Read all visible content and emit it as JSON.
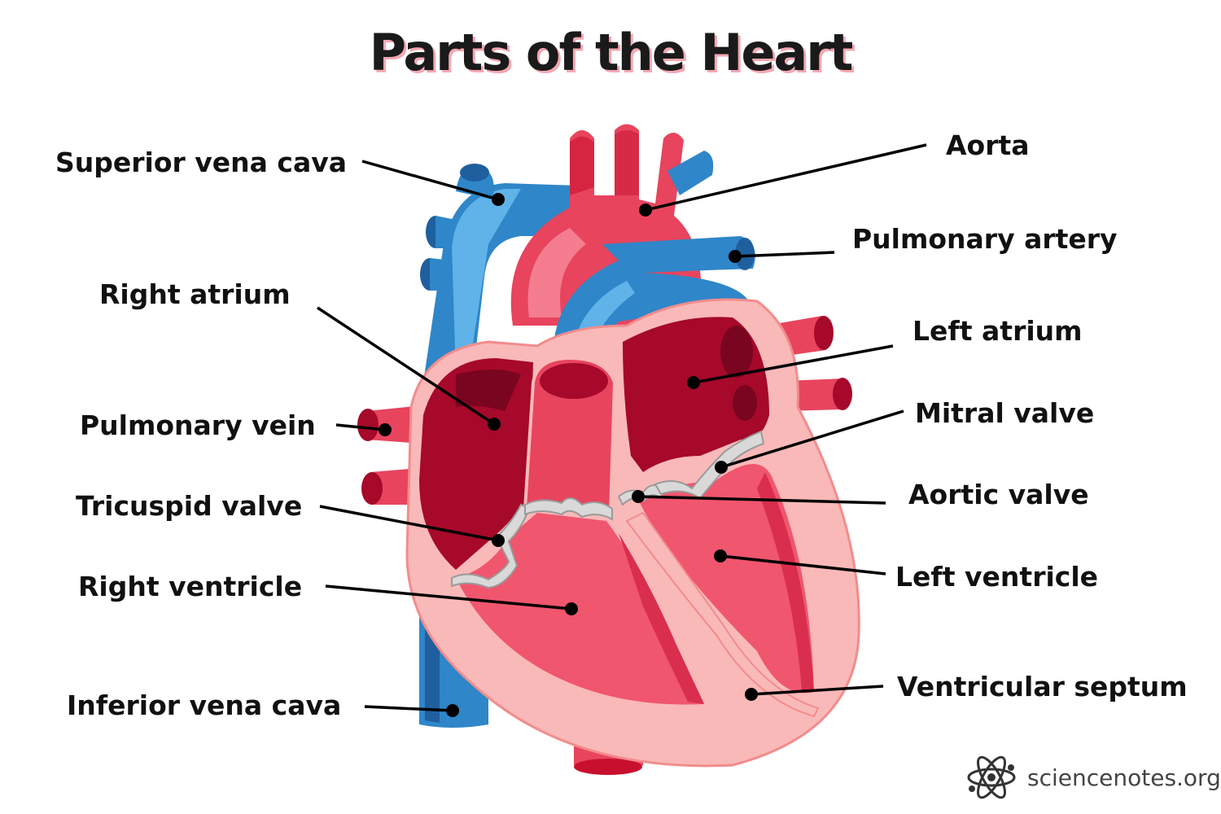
{
  "title": "Parts of the Heart",
  "labels": {
    "superior_vena_cava": "Superior vena cava",
    "right_atrium": "Right atrium",
    "pulmonary_vein": "Pulmonary vein",
    "tricuspid_valve": "Tricuspid valve",
    "right_ventricle": "Right ventricle",
    "inferior_vena_cava": "Inferior vena cava",
    "aorta": "Aorta",
    "pulmonary_artery": "Pulmonary artery",
    "left_atrium": "Left atrium",
    "mitral_valve": "Mitral valve",
    "aortic_valve": "Aortic valve",
    "left_ventricle": "Left ventricle",
    "ventricular_septum": "Ventricular septum"
  },
  "credit": "sciencenotes.org",
  "colors": {
    "vein_blue": "#2f86c8",
    "vein_dark": "#1f5f9e",
    "artery_red": "#e8445e",
    "chamber_dark": "#a6092a",
    "wall_pink": "#f9b9b8",
    "muscle": "#f0566e",
    "valve": "#d9d9d9"
  }
}
